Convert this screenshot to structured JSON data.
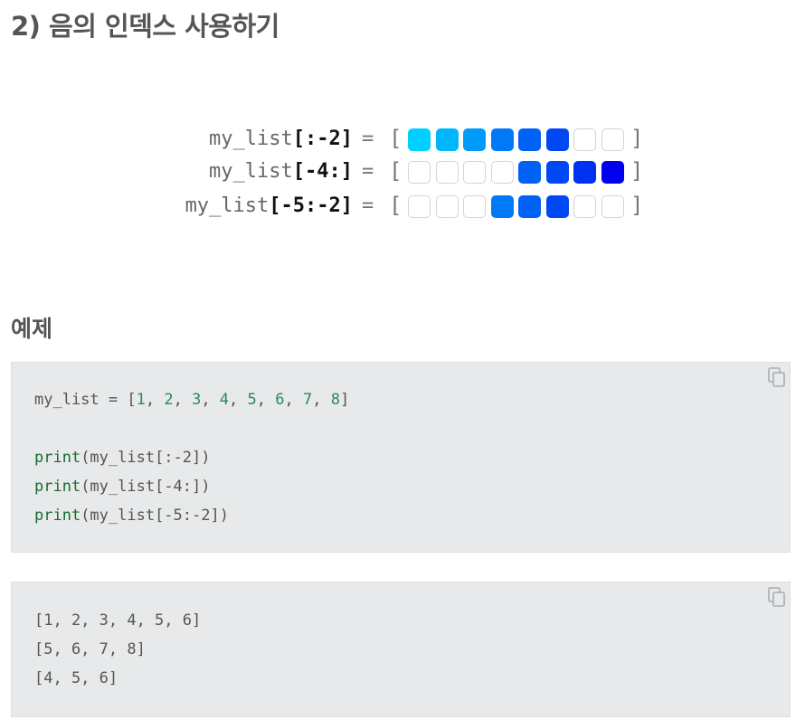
{
  "heading": "2) 음의 인덱스 사용하기",
  "diagram": {
    "equals": "=",
    "open_bracket": "[",
    "close_bracket": "]",
    "palette": [
      "#00d0ff",
      "#00b6fb",
      "#009af8",
      "#0079f7",
      "#0062f5",
      "#0048f3",
      "#0030f0",
      "#0000ee"
    ],
    "rows": [
      {
        "name": "my_list",
        "slice": "[:-2]",
        "filled": [
          true,
          true,
          true,
          true,
          true,
          true,
          false,
          false
        ]
      },
      {
        "name": "my_list",
        "slice": "[-4:]",
        "filled": [
          false,
          false,
          false,
          false,
          true,
          true,
          true,
          true
        ]
      },
      {
        "name": "my_list",
        "slice": "[-5:-2]",
        "filled": [
          false,
          false,
          false,
          true,
          true,
          true,
          false,
          false
        ]
      }
    ]
  },
  "example_heading": "예제",
  "code": {
    "line1": {
      "pre": "my_list = [",
      "nums": [
        "1",
        "2",
        "3",
        "4",
        "5",
        "6",
        "7",
        "8"
      ],
      "post": "]"
    },
    "prints": [
      {
        "fn": "print",
        "args": "(my_list[:-2])"
      },
      {
        "fn": "print",
        "args": "(my_list[-4:])"
      },
      {
        "fn": "print",
        "args": "(my_list[-5:-2])"
      }
    ]
  },
  "output": [
    "[1, 2, 3, 4, 5, 6]",
    "[5, 6, 7, 8]",
    "[4, 5, 6]"
  ],
  "icons": {
    "copy": "copy-icon"
  }
}
